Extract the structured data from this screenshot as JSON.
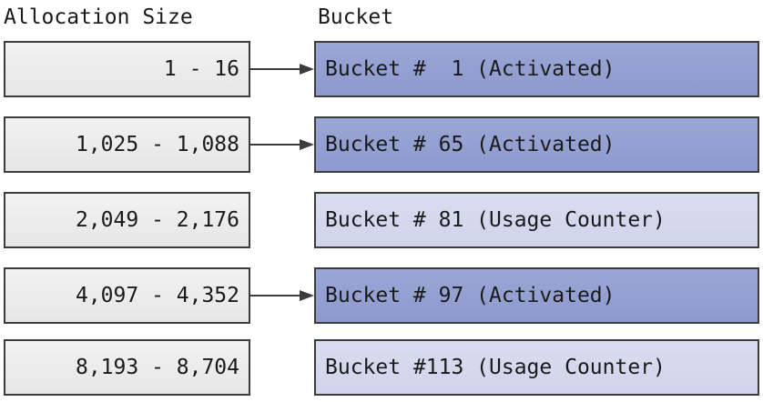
{
  "headers": {
    "allocation_size": "Allocation Size",
    "bucket": "Bucket"
  },
  "rows": [
    {
      "size": "1 - 16",
      "bucket": "Bucket #  1 (Activated)",
      "state": "activated",
      "arrow": true
    },
    {
      "size": "1,025 - 1,088",
      "bucket": "Bucket # 65 (Activated)",
      "state": "activated",
      "arrow": true
    },
    {
      "size": "2,049 - 2,176",
      "bucket": "Bucket # 81 (Usage Counter)",
      "state": "usage",
      "arrow": false
    },
    {
      "size": "4,097 - 4,352",
      "bucket": "Bucket # 97 (Activated)",
      "state": "activated",
      "arrow": true
    },
    {
      "size": "8,193 - 8,704",
      "bucket": "Bucket #113 (Usage Counter)",
      "state": "usage",
      "arrow": false
    }
  ],
  "colors": {
    "activated": "#949fd1",
    "usage_counter": "#d4d8ee",
    "size_box": "#ececec",
    "border": "#3c3c3c"
  }
}
